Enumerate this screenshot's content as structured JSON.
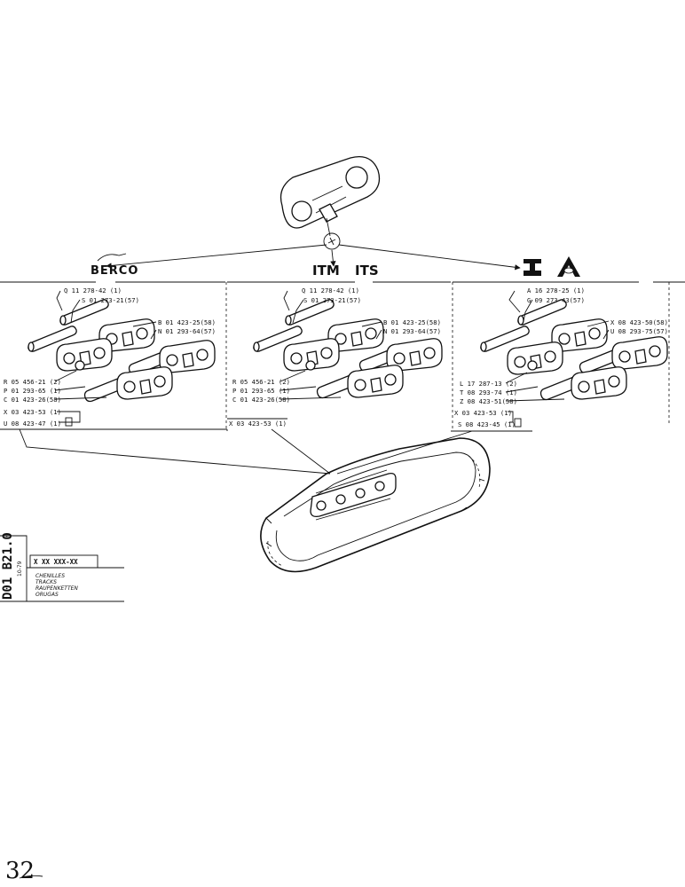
{
  "brands": {
    "left": "BERCO",
    "center_a": "ITM",
    "center_b": "ITS"
  },
  "kit_panels": [
    {
      "top_labels": [
        "Q 11 278-42 (1)",
        "S 01 273-21(57)"
      ],
      "right_labels": [
        "B 01 423-25(58)",
        "N 01 293-64(57)"
      ],
      "bottom_labels": [
        "R 05 456-21 (2)",
        "P 01 293-65 (1)",
        "C 01 423-26(58)"
      ],
      "footer_labels": [
        "X 03 423-53 (1)",
        "U 08 423-47 (1)"
      ]
    },
    {
      "top_labels": [
        "Q 11 278-42 (1)",
        "S 01 273-21(57)"
      ],
      "right_labels": [
        "B 01 423-25(58)",
        "N 01 293-64(57)"
      ],
      "bottom_labels": [
        "R 05 456-21 (2)",
        "P 01 293-65 (1)",
        "C 01 423-26(58)"
      ],
      "footer_labels": [
        "X 03 423-53 (1)"
      ]
    },
    {
      "top_labels": [
        "A 16 278-25 (1)",
        "G 09 273-43(57)"
      ],
      "right_labels": [
        "X 08 423-50(58)",
        "U 08 293-75(57)"
      ],
      "bottom_labels": [
        "L 17 287-13 (2)",
        "T 08 293-74 (1)",
        "Z 08 423-51(58)"
      ],
      "footer_labels": [
        "X 03 423-53 (1)",
        "S 08 423-45 (1)"
      ]
    }
  ],
  "info_box": {
    "ref_number": "X XX XXX-XX",
    "doc_code": "D01 B21.0",
    "date": "10-79",
    "titles": [
      "CHENILLES",
      "TRACKS",
      "RAUPENKETTEN",
      "ORUGAS"
    ]
  },
  "page_number": "32"
}
